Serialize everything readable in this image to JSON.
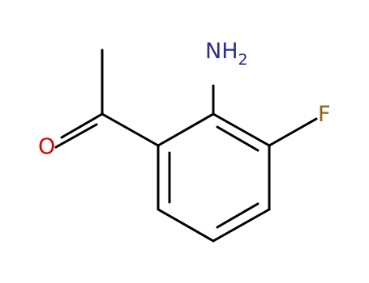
{
  "molecule": {
    "atoms": {
      "nitrogen": {
        "symbol": "NH",
        "subscript": "2",
        "color": "#2e2e8c"
      },
      "fluorine": {
        "symbol": "F",
        "color": "#8c6414"
      },
      "oxygen": {
        "symbol": "O",
        "color": "#e00000"
      }
    },
    "bond_color": "#000000"
  }
}
